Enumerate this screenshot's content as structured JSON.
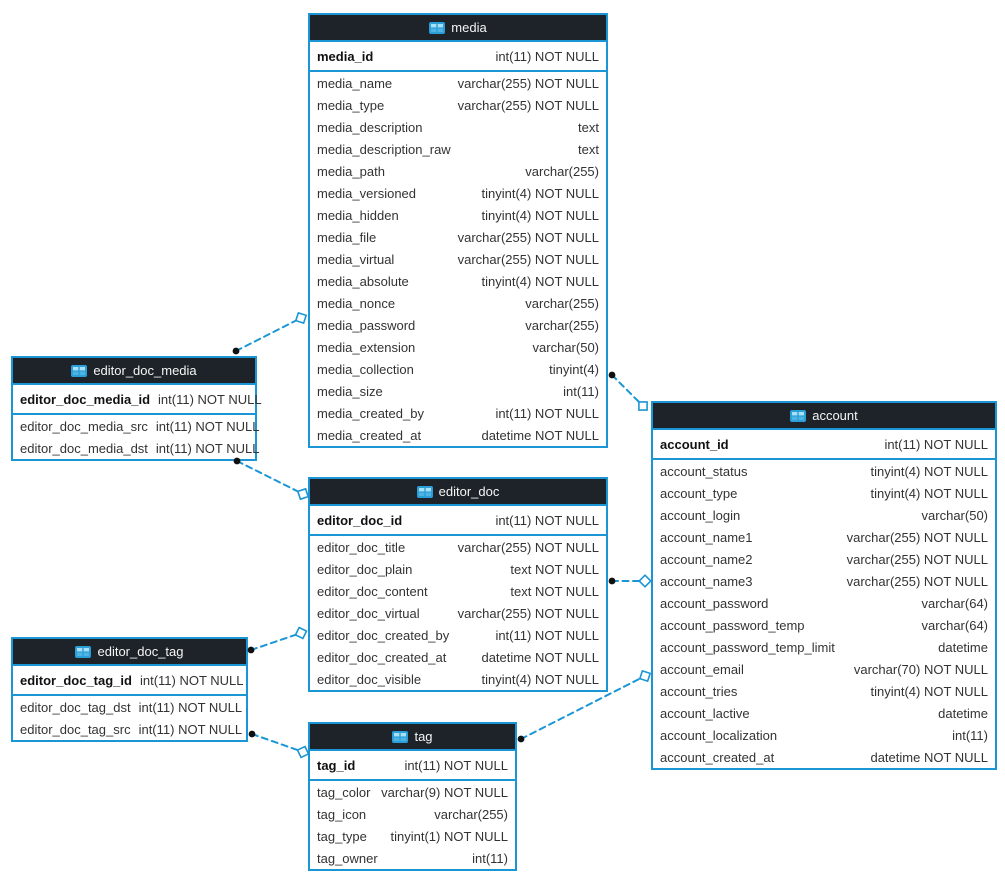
{
  "diagram": {
    "colors": {
      "accent": "#1a96d5",
      "header_bg": "#1d2329",
      "header_text": "#f5f5f5",
      "row_text": "#333333",
      "pk_text": "#111111",
      "dot": "#101010",
      "diamond_fill": "#ffffff"
    },
    "tables": [
      {
        "id": "media",
        "title": "media",
        "pk": {
          "name": "media_id",
          "type": "int(11) NOT NULL"
        },
        "columns": [
          {
            "name": "media_name",
            "type": "varchar(255) NOT NULL"
          },
          {
            "name": "media_type",
            "type": "varchar(255) NOT NULL"
          },
          {
            "name": "media_description",
            "type": "text"
          },
          {
            "name": "media_description_raw",
            "type": "text"
          },
          {
            "name": "media_path",
            "type": "varchar(255)"
          },
          {
            "name": "media_versioned",
            "type": "tinyint(4) NOT NULL"
          },
          {
            "name": "media_hidden",
            "type": "tinyint(4) NOT NULL"
          },
          {
            "name": "media_file",
            "type": "varchar(255) NOT NULL"
          },
          {
            "name": "media_virtual",
            "type": "varchar(255) NOT NULL"
          },
          {
            "name": "media_absolute",
            "type": "tinyint(4) NOT NULL"
          },
          {
            "name": "media_nonce",
            "type": "varchar(255)"
          },
          {
            "name": "media_password",
            "type": "varchar(255)"
          },
          {
            "name": "media_extension",
            "type": "varchar(50)"
          },
          {
            "name": "media_collection",
            "type": "tinyint(4)"
          },
          {
            "name": "media_size",
            "type": "int(11)"
          },
          {
            "name": "media_created_by",
            "type": "int(11) NOT NULL"
          },
          {
            "name": "media_created_at",
            "type": "datetime NOT NULL"
          }
        ]
      },
      {
        "id": "editor_doc_media",
        "title": "editor_doc_media",
        "pk": {
          "name": "editor_doc_media_id",
          "type": "int(11) NOT NULL"
        },
        "columns": [
          {
            "name": "editor_doc_media_src",
            "type": "int(11) NOT NULL"
          },
          {
            "name": "editor_doc_media_dst",
            "type": "int(11) NOT NULL"
          }
        ]
      },
      {
        "id": "editor_doc",
        "title": "editor_doc",
        "pk": {
          "name": "editor_doc_id",
          "type": "int(11) NOT NULL"
        },
        "columns": [
          {
            "name": "editor_doc_title",
            "type": "varchar(255) NOT NULL"
          },
          {
            "name": "editor_doc_plain",
            "type": "text NOT NULL"
          },
          {
            "name": "editor_doc_content",
            "type": "text NOT NULL"
          },
          {
            "name": "editor_doc_virtual",
            "type": "varchar(255) NOT NULL"
          },
          {
            "name": "editor_doc_created_by",
            "type": "int(11) NOT NULL"
          },
          {
            "name": "editor_doc_created_at",
            "type": "datetime NOT NULL"
          },
          {
            "name": "editor_doc_visible",
            "type": "tinyint(4) NOT NULL"
          }
        ]
      },
      {
        "id": "editor_doc_tag",
        "title": "editor_doc_tag",
        "pk": {
          "name": "editor_doc_tag_id",
          "type": "int(11) NOT NULL"
        },
        "columns": [
          {
            "name": "editor_doc_tag_dst",
            "type": "int(11) NOT NULL"
          },
          {
            "name": "editor_doc_tag_src",
            "type": "int(11) NOT NULL"
          }
        ]
      },
      {
        "id": "tag",
        "title": "tag",
        "pk": {
          "name": "tag_id",
          "type": "int(11) NOT NULL"
        },
        "columns": [
          {
            "name": "tag_color",
            "type": "varchar(9) NOT NULL"
          },
          {
            "name": "tag_icon",
            "type": "varchar(255)"
          },
          {
            "name": "tag_type",
            "type": "tinyint(1) NOT NULL"
          },
          {
            "name": "tag_owner",
            "type": "int(11)"
          }
        ]
      },
      {
        "id": "account",
        "title": "account",
        "pk": {
          "name": "account_id",
          "type": "int(11) NOT NULL"
        },
        "columns": [
          {
            "name": "account_status",
            "type": "tinyint(4) NOT NULL"
          },
          {
            "name": "account_type",
            "type": "tinyint(4) NOT NULL"
          },
          {
            "name": "account_login",
            "type": "varchar(50)"
          },
          {
            "name": "account_name1",
            "type": "varchar(255) NOT NULL"
          },
          {
            "name": "account_name2",
            "type": "varchar(255) NOT NULL"
          },
          {
            "name": "account_name3",
            "type": "varchar(255) NOT NULL"
          },
          {
            "name": "account_password",
            "type": "varchar(64)"
          },
          {
            "name": "account_password_temp",
            "type": "varchar(64)"
          },
          {
            "name": "account_password_temp_limit",
            "type": "datetime"
          },
          {
            "name": "account_email",
            "type": "varchar(70) NOT NULL"
          },
          {
            "name": "account_tries",
            "type": "tinyint(4) NOT NULL"
          },
          {
            "name": "account_lactive",
            "type": "datetime"
          },
          {
            "name": "account_localization",
            "type": "int(11)"
          },
          {
            "name": "account_created_at",
            "type": "datetime NOT NULL"
          }
        ]
      }
    ],
    "relationships": [
      {
        "from": "editor_doc_media",
        "to": "media"
      },
      {
        "from": "editor_doc_media",
        "to": "editor_doc"
      },
      {
        "from": "editor_doc_tag",
        "to": "editor_doc"
      },
      {
        "from": "editor_doc_tag",
        "to": "tag"
      },
      {
        "from": "media",
        "to": "account"
      },
      {
        "from": "editor_doc",
        "to": "account"
      },
      {
        "from": "tag",
        "to": "account"
      }
    ]
  }
}
